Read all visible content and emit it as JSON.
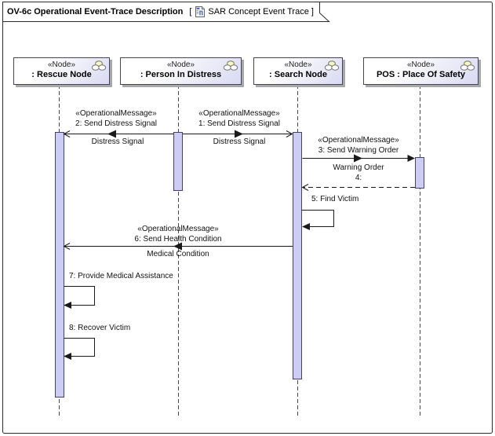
{
  "title": {
    "bold": "OV-6c Operational Event-Trace Description",
    "bracket_open": "[",
    "diagram_name": "SAR Concept Event Trace",
    "bracket_close": "]"
  },
  "nodes": [
    {
      "stereotype": "«Node»",
      "name": ": Rescue Node"
    },
    {
      "stereotype": "«Node»",
      "name": ": Person In Distress"
    },
    {
      "stereotype": "«Node»",
      "name": ": Search Node"
    },
    {
      "stereotype": "«Node»",
      "name": "POS : Place Of Safety"
    }
  ],
  "messages": {
    "m1": {
      "stereotype": "«OperationalMessage»",
      "name": "1: Send Distress Signal",
      "conveyed": "Distress Signal"
    },
    "m2": {
      "stereotype": "«OperationalMessage»",
      "name": "2: Send Distress Signal",
      "conveyed": "Distress Signal"
    },
    "m3": {
      "stereotype": "«OperationalMessage»",
      "name": "3: Send Warning Order",
      "conveyed": "Warning Order"
    },
    "m4": {
      "name": "4:"
    },
    "m5": {
      "name": "5: Find Victim"
    },
    "m6": {
      "stereotype": "«OperationalMessage»",
      "name": "6: Send Health Condition",
      "conveyed": "Medical Condition"
    },
    "m7": {
      "name": "7: Provide Medical Assistance"
    },
    "m8": {
      "name": "8: Recover Victim"
    }
  },
  "colors": {
    "frame": "#2b2b2b",
    "border": "#44445e",
    "activation": "#ccccf4",
    "node_fill": "#d9d9f2",
    "line": "#1a1a1a",
    "shadow": "#a8a8a8",
    "icon_yellow": "#f6f6c9"
  }
}
